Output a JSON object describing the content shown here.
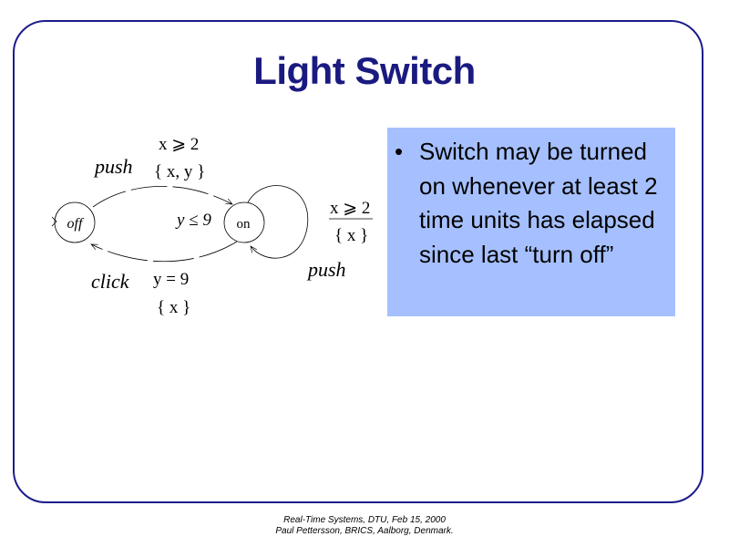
{
  "slide": {
    "title": "Light Switch",
    "bullets": [
      "Switch may be turned on whenever at least 2 time units has elapsed since last “turn off”"
    ],
    "bullet_symbol": "•",
    "colors": {
      "title": "#1a1a80",
      "frame": "#1c1c8a",
      "box": "#a6c0ff"
    }
  },
  "diagram": {
    "states": [
      {
        "name": "off",
        "initial": true,
        "invariant": ""
      },
      {
        "name": "on",
        "initial": false,
        "invariant": "y ≤ 9"
      }
    ],
    "edges": [
      {
        "from": "off",
        "to": "on",
        "action": "push",
        "guard": "x ⩾ 2",
        "reset": "{ x, y }"
      },
      {
        "from": "on",
        "to": "off",
        "action": "click",
        "guard": "y = 9",
        "reset": "{ x }"
      },
      {
        "from": "on",
        "to": "on",
        "action": "push",
        "guard": "x ⩾ 2",
        "reset": "{ x }"
      }
    ]
  },
  "footer": {
    "line1": "Real-Time Systems, DTU, Feb 15, 2000",
    "line2": "Paul Pettersson, BRICS, Aalborg, Denmark."
  }
}
